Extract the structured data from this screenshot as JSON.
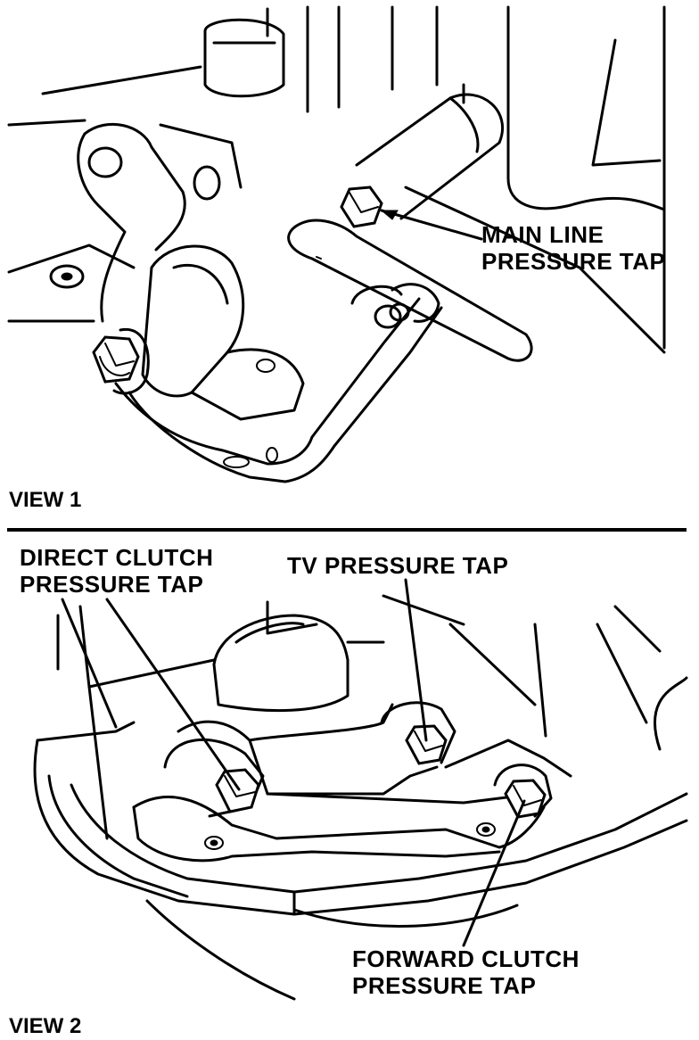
{
  "view1": {
    "label": "VIEW 1",
    "callout_main_line": [
      "MAIN LINE",
      "PRESSURE TAP"
    ]
  },
  "view2": {
    "label": "VIEW 2",
    "callout_direct_clutch": [
      "DIRECT CLUTCH",
      "PRESSURE TAP"
    ],
    "callout_tv": "TV PRESSURE TAP",
    "callout_forward_clutch": [
      "FORWARD CLUTCH",
      "PRESSURE TAP"
    ]
  }
}
